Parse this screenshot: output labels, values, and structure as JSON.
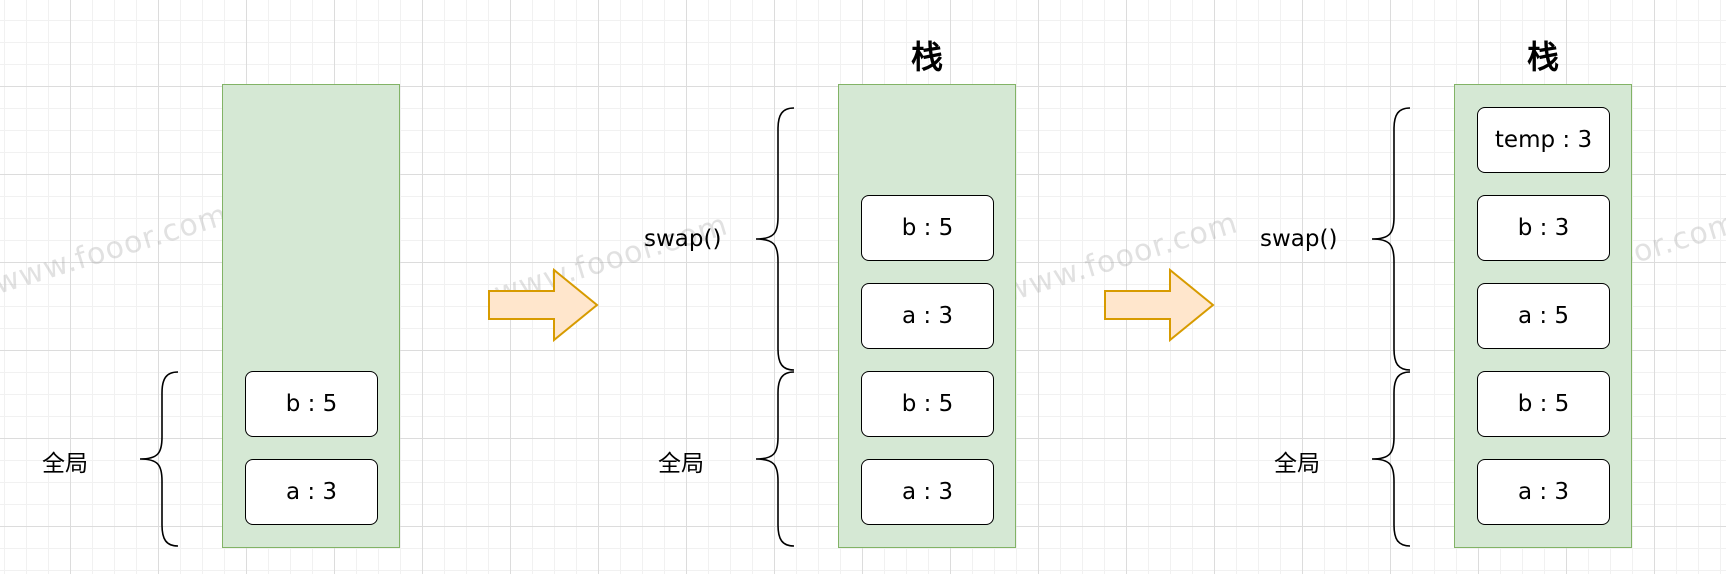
{
  "colors": {
    "stack_fill": "#d5e8d4",
    "stack_border": "#82b366",
    "arrow_fill": "#ffe6cc",
    "arrow_border": "#d79b00"
  },
  "panels": [
    {
      "title": "",
      "cells": [
        "b : 5",
        "a : 3"
      ],
      "global_label": "全局"
    },
    {
      "title": "栈",
      "swap_label": "swap()",
      "swap_cells": [
        "b : 5",
        "a : 3"
      ],
      "global_cells": [
        "b : 5",
        "a : 3"
      ],
      "global_label": "全局"
    },
    {
      "title": "栈",
      "swap_label": "swap()",
      "swap_cells": [
        "temp : 3",
        "b : 3",
        "a : 5"
      ],
      "global_cells": [
        "b : 5",
        "a : 3"
      ],
      "global_label": "全局"
    }
  ],
  "watermark": "www.fooor.com"
}
